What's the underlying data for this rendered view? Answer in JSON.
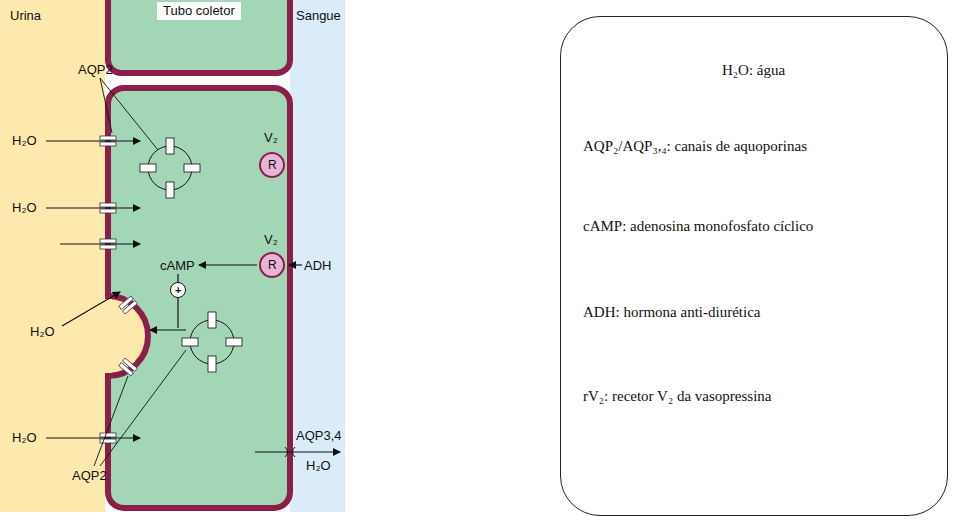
{
  "diagram": {
    "nodes": [
      {
        "text": [
          "Urina"
        ]
      },
      {
        "text": [
          "Tubo coletor"
        ]
      },
      {
        "text": [
          "Sangue"
        ]
      },
      {
        "text": [
          "R"
        ]
      },
      {
        "text": [
          "R"
        ]
      },
      {
        "text": [
          "H₂O: água",
          "AQP₂/AQP₃,₄: canais de aquoporinas",
          "cAMP: adenosina monofosfato cíclico",
          "ADH: hormona anti-diurética",
          "rV₂: recetor V₂ da vasopressina"
        ]
      }
    ],
    "labels": [
      "AQP2",
      "V₂",
      "H₂O",
      "H₂O",
      "V₂",
      "cAMP",
      "ADH",
      "+",
      "H₂O",
      "AQP2",
      "H₂O",
      "AQP3,4",
      "H₂O"
    ]
  }
}
